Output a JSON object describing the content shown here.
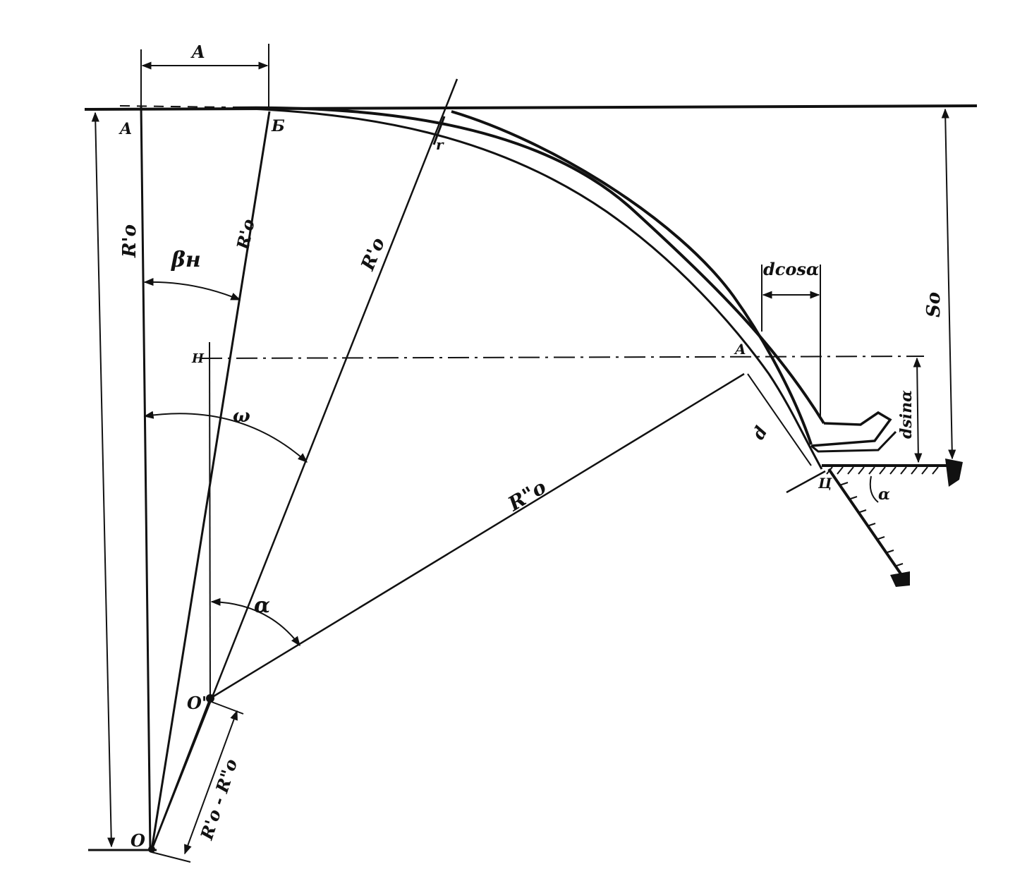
{
  "diagram": {
    "colors": {
      "ink": "#111111",
      "paper": "#ffffff"
    },
    "labels": {
      "dim_A": "A",
      "point_A": "A",
      "point_B": "Б",
      "point_O": "O",
      "point_O_prime": "O'",
      "point_H": "H",
      "point_A1": "A",
      "point_r": "r",
      "point_U": "Ц",
      "radius_left": "R'о",
      "radius_beta": "R'о",
      "radius_mid": "R'о",
      "radius_lower": "R\"о",
      "diff_radius": "R'о - R\"о",
      "angle_beta": "βн",
      "angle_left": "ω",
      "angle_alpha": "α",
      "angle_alpha_small": "α",
      "dim_dcos": "dcosα",
      "dim_dsin": "dsinα",
      "dim_S": "Sо",
      "dim_d": "d"
    }
  }
}
